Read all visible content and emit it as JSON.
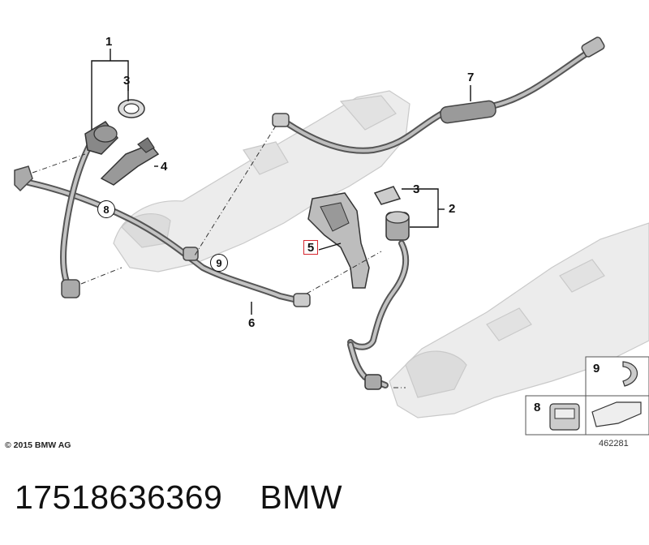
{
  "callouts": {
    "c1": "1",
    "c2": "2",
    "c3a": "3",
    "c3b": "3",
    "c4": "4",
    "c5": "5",
    "c6": "6",
    "c7": "7",
    "c8": "8",
    "c9": "9"
  },
  "legend_box": {
    "item9": "9",
    "item8": "8"
  },
  "copyright": "© 2015 BMW AG",
  "diagram_id": "462281",
  "footer": {
    "part_number": "17518636369",
    "brand": "BMW"
  },
  "colors": {
    "line": "#222222",
    "highlight": "#d6262f",
    "ghost_part": "#d9d9d9"
  }
}
